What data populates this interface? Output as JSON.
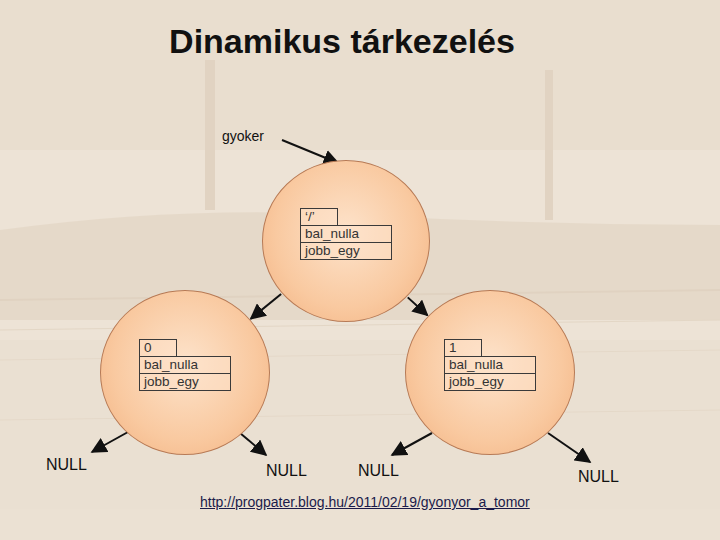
{
  "diagram": {
    "title": "Dinamikus tárkezelés",
    "nodes": [
      {
        "text": [
          "‘/’",
          "bal_nulla",
          "jobb_egy"
        ]
      },
      {
        "text": [
          "0",
          "bal_nulla",
          "jobb_egy"
        ]
      },
      {
        "text": [
          "1",
          "bal_nulla",
          "jobb_egy"
        ]
      }
    ],
    "edges": [
      {
        "from": 0,
        "to": 1,
        "arrow": "to"
      },
      {
        "from": 0,
        "to": 2,
        "arrow": "to"
      }
    ],
    "labels": [
      "gyoker",
      "NULL",
      "NULL",
      "NULL",
      "NULL",
      "http://progpater.blog.hu/2011/02/19/gyonyor_a_tomor"
    ]
  }
}
